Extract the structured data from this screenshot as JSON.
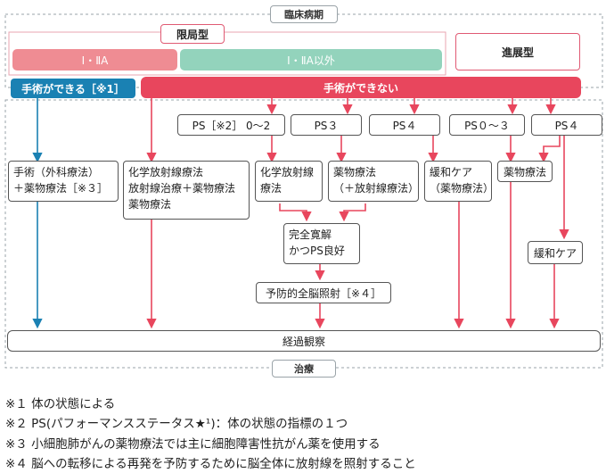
{
  "labels": {
    "clinical_stage": "臨床病期",
    "treatment": "治療",
    "limited": "限局型",
    "extensive": "進展型",
    "stage_1_2a": "Ⅰ・ⅡA",
    "stage_other": "Ⅰ・ⅡA以外",
    "surgery_possible": "手術ができる［※1］",
    "surgery_impossible": "手術ができない"
  },
  "ps_boxes": {
    "ps02": "PS［※2］ 0～2",
    "ps3": "PS３",
    "ps4_a": "PS４",
    "ps03": "PS０～３",
    "ps4_b": "PS４"
  },
  "treatments": {
    "surgery": [
      "手術（外科療法）",
      "＋薬物療法［※３］"
    ],
    "chemoradio": [
      "化学放射線療法",
      "放射線治療＋薬物療法",
      "薬物療法"
    ],
    "chemoradio2": [
      "化学放射線",
      "療法"
    ],
    "drug_rt": [
      "薬物療法",
      "（＋放射線療法）"
    ],
    "palliative_drug": [
      "緩和ケア",
      "（薬物療法）"
    ],
    "drug": "薬物療法",
    "remission": [
      "完全寛解",
      "かつPS良好"
    ],
    "pci": "予防的全脳照射［※４］",
    "palliative": "緩和ケア",
    "observation": "経過観察"
  },
  "footnotes": [
    "※１ 体の状態による",
    "※２ PS(パフォーマンスステータス★¹)：体の状態の指標の１つ",
    "※３ 小細胞肺がんの薬物療法では主に細胞障害性抗がん薬を使用する",
    "※４ 脳への転移による再発を予防するために脳全体に放射線を照射すること"
  ],
  "colors": {
    "red": "#e8465d",
    "salmon": "#ef8c93",
    "mint": "#93d3bc",
    "blue": "#1a81b3",
    "pink_border": "#e05a73",
    "dashed": "#9aa3a8"
  }
}
